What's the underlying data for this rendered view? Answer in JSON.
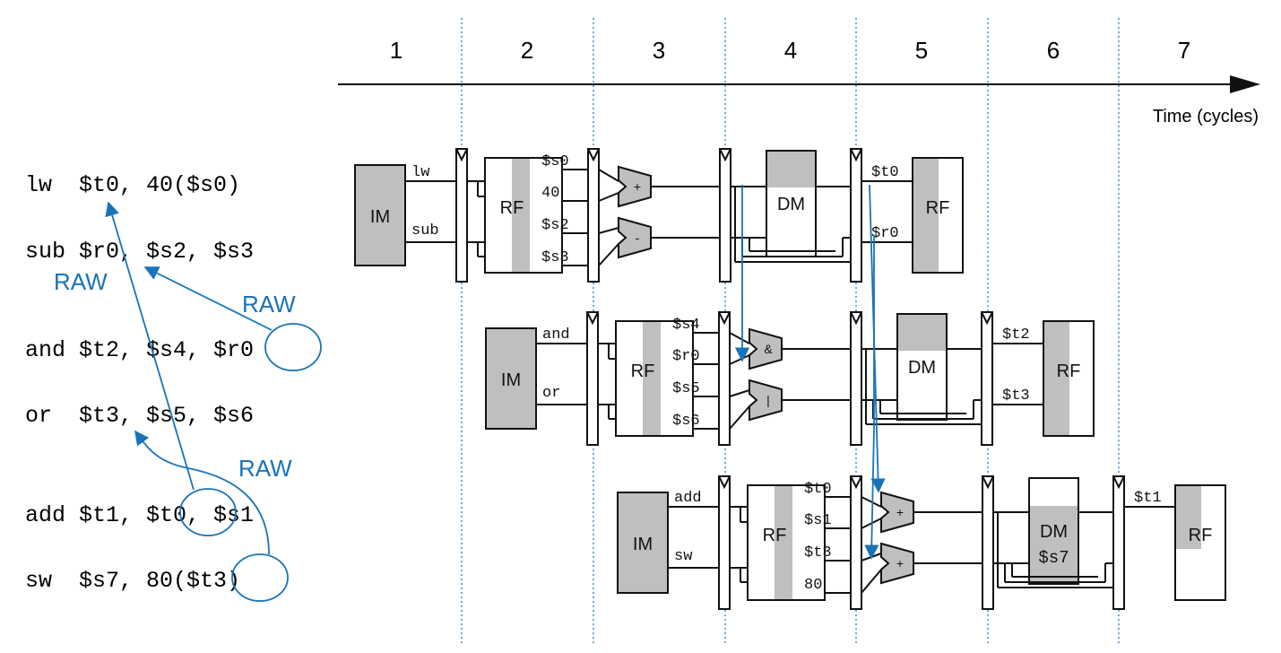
{
  "colors": {
    "accent_blue": "#1a73b8",
    "stage_gray": "#bfbfbf",
    "ink": "#111111"
  },
  "time_axis": {
    "cycles": [
      "1",
      "2",
      "3",
      "4",
      "5",
      "6",
      "7"
    ],
    "label": "Time (cycles)"
  },
  "code": {
    "lines": [
      "lw  $t0, 40($s0)",
      "sub $r0, $s2, $s3",
      "and $t2, $s4, $r0",
      "or  $t3, $s5, $s6",
      "add $t1, $t0, $s1",
      "sw  $s7, 80($t3)"
    ],
    "hazard_labels": [
      "RAW",
      "RAW",
      "RAW"
    ]
  },
  "rows": [
    {
      "instr_top": "lw",
      "instr_bottom": "sub",
      "im_label": "IM",
      "rf_label": "RF",
      "dm_label": "DM",
      "wb_label": "RF",
      "rf_outs": [
        "$s0",
        "40",
        "$s2",
        "$s3"
      ],
      "alu_ops": [
        "+",
        "-"
      ],
      "dm_extra": "",
      "wb_ins": [
        "$t0",
        "$r0"
      ]
    },
    {
      "instr_top": "and",
      "instr_bottom": "or",
      "im_label": "IM",
      "rf_label": "RF",
      "dm_label": "DM",
      "wb_label": "RF",
      "rf_outs": [
        "$s4",
        "$r0",
        "$s5",
        "$s6"
      ],
      "alu_ops": [
        "&",
        "|"
      ],
      "dm_extra": "",
      "wb_ins": [
        "$t2",
        "$t3"
      ]
    },
    {
      "instr_top": "add",
      "instr_bottom": "sw",
      "im_label": "IM",
      "rf_label": "RF",
      "dm_label": "DM",
      "wb_label": "RF",
      "rf_outs": [
        "$t0",
        "$s1",
        "$t3",
        "80"
      ],
      "alu_ops": [
        "+",
        "+"
      ],
      "dm_extra": "$s7",
      "wb_ins": [
        "$t1",
        ""
      ]
    }
  ]
}
